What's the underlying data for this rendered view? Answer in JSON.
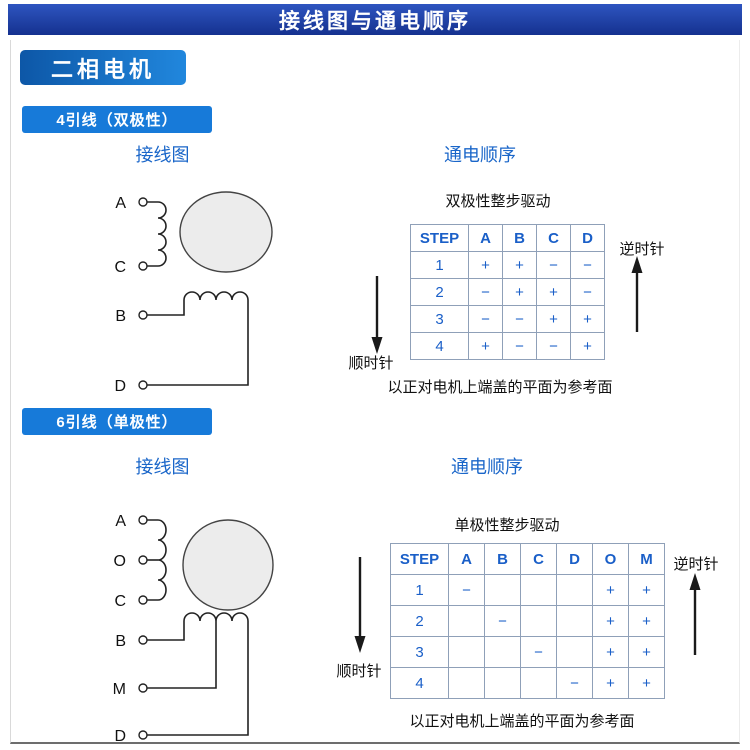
{
  "banner": {
    "title": "接线图与通电顺序"
  },
  "motor_badge": "二相电机",
  "sections": [
    {
      "badge": "4引线（双极性）",
      "wiring_title": "接线图",
      "sequence_title": "通电顺序",
      "drive_label": "双极性整步驱动",
      "clockwise_label": "顺时针",
      "counterclockwise_label": "逆时针",
      "caption": "以正对电机上端盖的平面为参考面",
      "terminals": [
        "A",
        "C",
        "B",
        "D"
      ],
      "table": {
        "headers": [
          "STEP",
          "A",
          "B",
          "C",
          "D"
        ],
        "rows": [
          [
            "1",
            "+",
            "+",
            "−",
            "−"
          ],
          [
            "2",
            "−",
            "+",
            "+",
            "−"
          ],
          [
            "3",
            "−",
            "−",
            "+",
            "+"
          ],
          [
            "4",
            "+",
            "−",
            "−",
            "+"
          ]
        ]
      }
    },
    {
      "badge": "6引线（单极性）",
      "wiring_title": "接线图",
      "sequence_title": "通电顺序",
      "drive_label": "单极性整步驱动",
      "clockwise_label": "顺时针",
      "counterclockwise_label": "逆时针",
      "caption": "以正对电机上端盖的平面为参考面",
      "terminals": [
        "A",
        "O",
        "C",
        "B",
        "M",
        "D"
      ],
      "table": {
        "headers": [
          "STEP",
          "A",
          "B",
          "C",
          "D",
          "O",
          "M"
        ],
        "rows": [
          [
            "1",
            "−",
            "",
            "",
            "",
            "+",
            "+"
          ],
          [
            "2",
            "",
            "−",
            "",
            "",
            "+",
            "+"
          ],
          [
            "3",
            "",
            "",
            "−",
            "",
            "+",
            "+"
          ],
          [
            "4",
            "",
            "",
            "",
            "−",
            "+",
            "+"
          ]
        ]
      }
    }
  ]
}
